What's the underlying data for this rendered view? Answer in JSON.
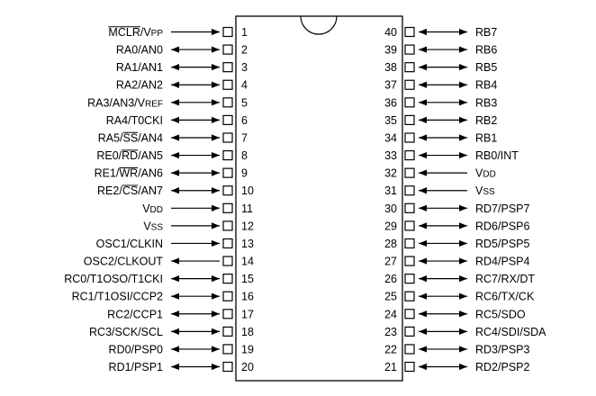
{
  "left_pins": [
    {
      "num": "1",
      "label": "MCLR/VPP",
      "dir": "in",
      "parts": [
        {
          "t": "MCLR",
          "o": true
        },
        {
          "t": "/V"
        },
        {
          "t": "PP",
          "s": true
        }
      ]
    },
    {
      "num": "2",
      "label": "RA0/AN0",
      "dir": "bi",
      "parts": [
        {
          "t": "RA0/AN0"
        }
      ]
    },
    {
      "num": "3",
      "label": "RA1/AN1",
      "dir": "bi",
      "parts": [
        {
          "t": "RA1/AN1"
        }
      ]
    },
    {
      "num": "4",
      "label": "RA2/AN2",
      "dir": "bi",
      "parts": [
        {
          "t": "RA2/AN2"
        }
      ]
    },
    {
      "num": "5",
      "label": "RA3/AN3/VREF",
      "dir": "bi",
      "parts": [
        {
          "t": "RA3/AN3/V"
        },
        {
          "t": "REF",
          "s": true
        }
      ]
    },
    {
      "num": "6",
      "label": "RA4/T0CKI",
      "dir": "bi",
      "parts": [
        {
          "t": "RA4/T0CKI"
        }
      ]
    },
    {
      "num": "7",
      "label": "RA5/SS/AN4",
      "dir": "bi",
      "parts": [
        {
          "t": "RA5/"
        },
        {
          "t": "SS",
          "o": true
        },
        {
          "t": "/AN4"
        }
      ]
    },
    {
      "num": "8",
      "label": "RE0/RD/AN5",
      "dir": "bi",
      "parts": [
        {
          "t": "RE0/"
        },
        {
          "t": "RD",
          "o": true
        },
        {
          "t": "/AN5"
        }
      ]
    },
    {
      "num": "9",
      "label": "RE1/WR/AN6",
      "dir": "bi",
      "parts": [
        {
          "t": "RE1/"
        },
        {
          "t": "WR",
          "o": true
        },
        {
          "t": "/AN6"
        }
      ]
    },
    {
      "num": "10",
      "label": "RE2/CS/AN7",
      "dir": "bi",
      "parts": [
        {
          "t": "RE2/"
        },
        {
          "t": "CS",
          "o": true
        },
        {
          "t": "/AN7"
        }
      ]
    },
    {
      "num": "11",
      "label": "VDD",
      "dir": "in",
      "parts": [
        {
          "t": "V"
        },
        {
          "t": "DD",
          "s": true
        }
      ]
    },
    {
      "num": "12",
      "label": "VSS",
      "dir": "in",
      "parts": [
        {
          "t": "V"
        },
        {
          "t": "SS",
          "s": true
        }
      ]
    },
    {
      "num": "13",
      "label": "OSC1/CLKIN",
      "dir": "in",
      "parts": [
        {
          "t": "OSC1/CLKIN"
        }
      ]
    },
    {
      "num": "14",
      "label": "OSC2/CLKOUT",
      "dir": "out",
      "parts": [
        {
          "t": "OSC2/CLKOUT"
        }
      ]
    },
    {
      "num": "15",
      "label": "RC0/T1OSO/T1CKI",
      "dir": "bi",
      "parts": [
        {
          "t": "RC0/T1OSO/T1CKI"
        }
      ]
    },
    {
      "num": "16",
      "label": "RC1/T1OSI/CCP2",
      "dir": "bi",
      "parts": [
        {
          "t": "RC1/T1OSI/CCP2"
        }
      ]
    },
    {
      "num": "17",
      "label": "RC2/CCP1",
      "dir": "bi",
      "parts": [
        {
          "t": "RC2/CCP1"
        }
      ]
    },
    {
      "num": "18",
      "label": "RC3/SCK/SCL",
      "dir": "bi",
      "parts": [
        {
          "t": "RC3/SCK/SCL"
        }
      ]
    },
    {
      "num": "19",
      "label": "RD0/PSP0",
      "dir": "bi",
      "parts": [
        {
          "t": "RD0/PSP0"
        }
      ]
    },
    {
      "num": "20",
      "label": "RD1/PSP1",
      "dir": "bi",
      "parts": [
        {
          "t": "RD1/PSP1"
        }
      ]
    }
  ],
  "right_pins": [
    {
      "num": "40",
      "label": "RB7",
      "dir": "bi",
      "parts": [
        {
          "t": "RB7"
        }
      ]
    },
    {
      "num": "39",
      "label": "RB6",
      "dir": "bi",
      "parts": [
        {
          "t": "RB6"
        }
      ]
    },
    {
      "num": "38",
      "label": "RB5",
      "dir": "bi",
      "parts": [
        {
          "t": "RB5"
        }
      ]
    },
    {
      "num": "37",
      "label": "RB4",
      "dir": "bi",
      "parts": [
        {
          "t": "RB4"
        }
      ]
    },
    {
      "num": "36",
      "label": "RB3",
      "dir": "bi",
      "parts": [
        {
          "t": "RB3"
        }
      ]
    },
    {
      "num": "35",
      "label": "RB2",
      "dir": "bi",
      "parts": [
        {
          "t": "RB2"
        }
      ]
    },
    {
      "num": "34",
      "label": "RB1",
      "dir": "bi",
      "parts": [
        {
          "t": "RB1"
        }
      ]
    },
    {
      "num": "33",
      "label": "RB0/INT",
      "dir": "bi",
      "parts": [
        {
          "t": "RB0/INT"
        }
      ]
    },
    {
      "num": "32",
      "label": "VDD",
      "dir": "in",
      "parts": [
        {
          "t": "V"
        },
        {
          "t": "DD",
          "s": true
        }
      ]
    },
    {
      "num": "31",
      "label": "VSS",
      "dir": "in",
      "parts": [
        {
          "t": "V"
        },
        {
          "t": "SS",
          "s": true
        }
      ]
    },
    {
      "num": "30",
      "label": "RD7/PSP7",
      "dir": "bi",
      "parts": [
        {
          "t": "RD7/PSP7"
        }
      ]
    },
    {
      "num": "29",
      "label": "RD6/PSP6",
      "dir": "bi",
      "parts": [
        {
          "t": "RD6/PSP6"
        }
      ]
    },
    {
      "num": "28",
      "label": "RD5/PSP5",
      "dir": "bi",
      "parts": [
        {
          "t": "RD5/PSP5"
        }
      ]
    },
    {
      "num": "27",
      "label": "RD4/PSP4",
      "dir": "bi",
      "parts": [
        {
          "t": "RD4/PSP4"
        }
      ]
    },
    {
      "num": "26",
      "label": "RC7/RX/DT",
      "dir": "bi",
      "parts": [
        {
          "t": "RC7/RX/DT"
        }
      ]
    },
    {
      "num": "25",
      "label": "RC6/TX/CK",
      "dir": "bi",
      "parts": [
        {
          "t": "RC6/TX/CK"
        }
      ]
    },
    {
      "num": "24",
      "label": "RC5/SDO",
      "dir": "bi",
      "parts": [
        {
          "t": "RC5/SDO"
        }
      ]
    },
    {
      "num": "23",
      "label": "RC4/SDI/SDA",
      "dir": "bi",
      "parts": [
        {
          "t": "RC4/SDI/SDA"
        }
      ]
    },
    {
      "num": "22",
      "label": "RD3/PSP3",
      "dir": "bi",
      "parts": [
        {
          "t": "RD3/PSP3"
        }
      ]
    },
    {
      "num": "21",
      "label": "RD2/PSP2",
      "dir": "bi",
      "parts": [
        {
          "t": "RD2/PSP2"
        }
      ]
    }
  ],
  "colors": {
    "line": "#000000",
    "background": "#ffffff"
  }
}
